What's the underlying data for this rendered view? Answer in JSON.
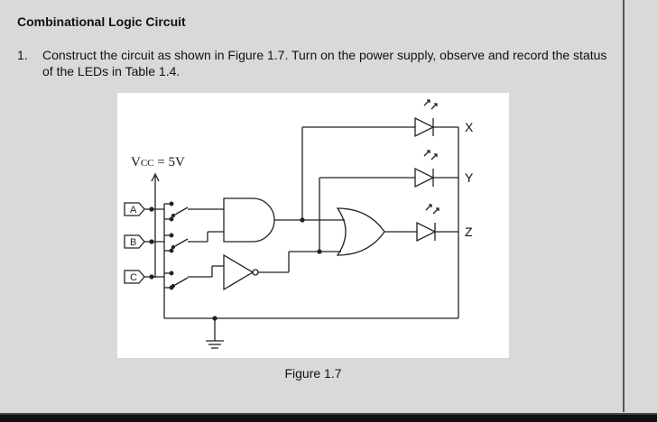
{
  "heading": "Combinational Logic Circuit",
  "step": {
    "number": "1.",
    "text": "Construct the circuit as shown in Figure 1.7. Turn on the power supply, observe and record the status of the LEDs in Table 1.4."
  },
  "figure": {
    "supply": {
      "label": "V",
      "sub": "CC",
      "value": " = 5V"
    },
    "inputs": [
      "A",
      "B",
      "C"
    ],
    "outputs": [
      "X",
      "Y",
      "Z"
    ],
    "caption": "Figure 1.7"
  }
}
